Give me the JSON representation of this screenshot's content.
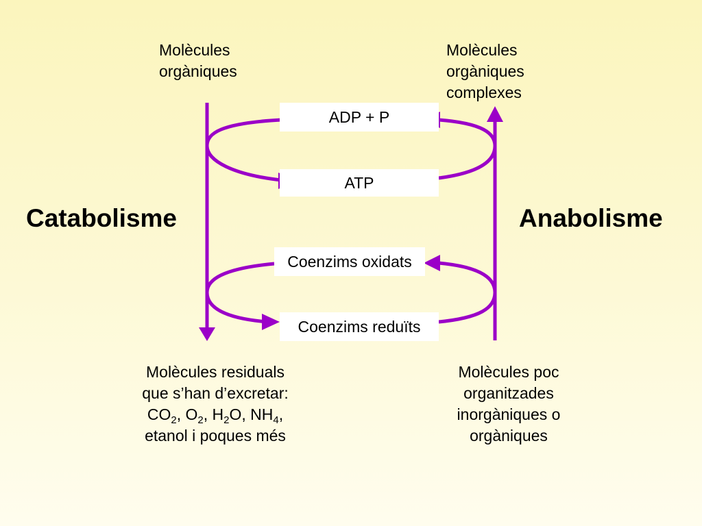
{
  "labels": {
    "catabolism": "Catabolisme",
    "anabolism": "Anabolisme",
    "cat_top": {
      "line1": "Molècules",
      "line2": "orgàniques"
    },
    "ana_top": {
      "line1": "Molècules",
      "line2": "orgàniques",
      "line3": "complexes"
    },
    "cat_bottom": {
      "line1": "Molècules residuals",
      "line2": "que s’han d’excretar:",
      "line3": {
        "co": "CO",
        "co_sub": "2",
        "sep1": ", O",
        "o_sub": "2",
        "sep2": ", H",
        "h_sub": "2",
        "sep3": "O, NH",
        "nh_sub": "4",
        "tail": ","
      },
      "line4": "etanol i poques més"
    },
    "ana_bottom": {
      "line1": "Molècules poc",
      "line2": "organitzades",
      "line3": "inorgàniques o",
      "line4": "orgàniques"
    }
  },
  "boxes": {
    "adp": "ADP + P",
    "atp": "ATP",
    "coenz_ox": "Coenzims oxidats",
    "coenz_red": "Coenzims reduïts"
  },
  "colors": {
    "arrow": "#9B00C8",
    "box": "#FFFFFF"
  }
}
